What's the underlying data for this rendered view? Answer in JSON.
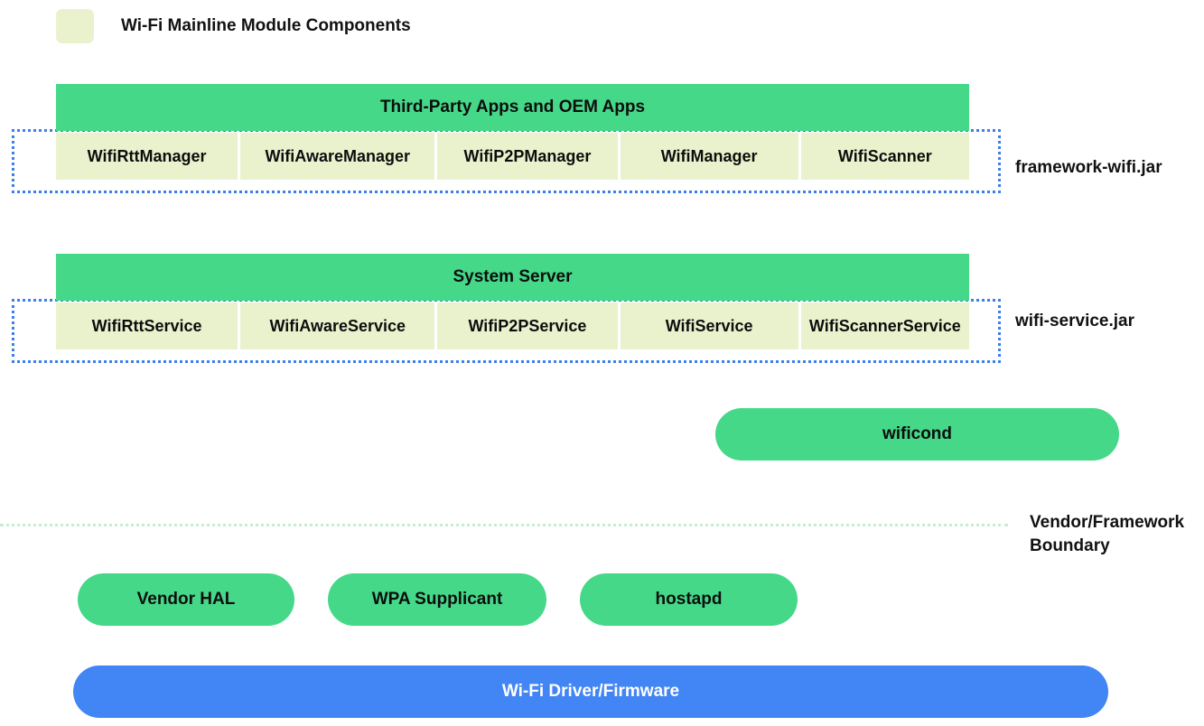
{
  "legend": {
    "swatch_color": "#eaf2cd",
    "label": "Wi-Fi Mainline Module Components"
  },
  "colors": {
    "green": "#45d888",
    "pale_green_yellow": "#eaf2cd",
    "blue": "#4285f4",
    "dotted_group_border": "#3d7fe8",
    "boundary_line": "#c4edd3"
  },
  "layers": {
    "framework": {
      "header": "Third-Party Apps and OEM Apps",
      "group_label": "framework-wifi.jar",
      "components": [
        "WifiRttManager",
        "WifiAwareManager",
        "WifiP2PManager",
        "WifiManager",
        "WifiScanner"
      ]
    },
    "system_server": {
      "header": "System Server",
      "group_label": "wifi-service.jar",
      "components": [
        "WifiRttService",
        "WifiAwareService",
        "WifiP2PService",
        "WifiService",
        "WifiScannerService"
      ]
    },
    "daemon": {
      "label": "wificond"
    },
    "boundary": {
      "label_line1": "Vendor/Framework",
      "label_line2": "Boundary"
    },
    "vendor": {
      "items": [
        "Vendor HAL",
        "WPA Supplicant",
        "hostapd"
      ]
    },
    "driver": {
      "label": "Wi-Fi Driver/Firmware"
    }
  }
}
